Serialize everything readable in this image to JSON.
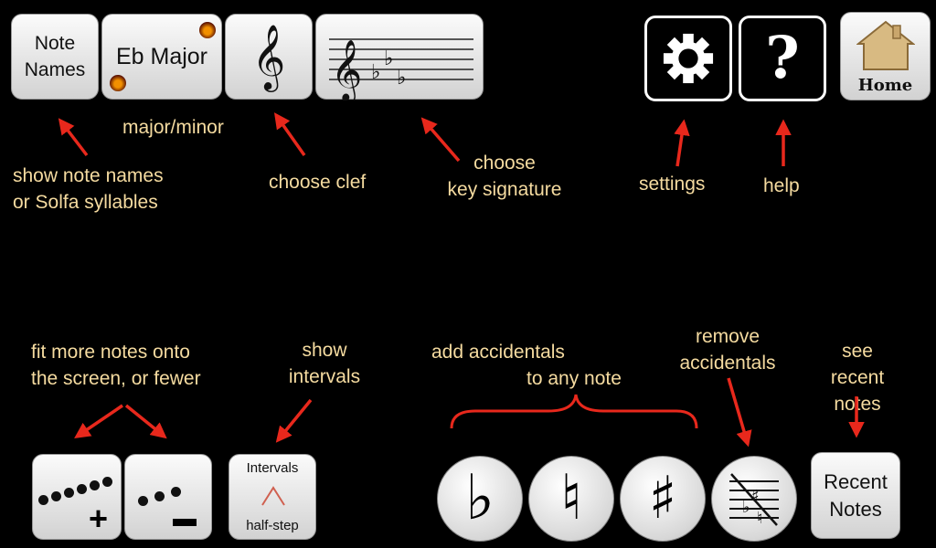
{
  "toolbar": {
    "note_names": "Note\nNames",
    "key": "Eb Major",
    "home": "Home"
  },
  "labels": {
    "major_minor": "major/minor",
    "note_names_hint": "show note names\nor Solfa syllables",
    "clef_hint": "choose clef",
    "key_hint": "choose\nkey signature",
    "settings_hint": "settings",
    "help_hint": "help",
    "zoom_hint": "fit more notes onto\nthe screen, or fewer",
    "intervals_hint": "show\nintervals",
    "accidentals_hint_1": "add accidentals",
    "accidentals_hint_2": "to any note",
    "remove_hint": "remove\naccidentals",
    "recent_hint": "see\nrecent\nnotes"
  },
  "bottom": {
    "intervals_title": "Intervals",
    "intervals_sub": "half-step",
    "recent": "Recent\nNotes"
  },
  "icons": {
    "settings": "gear-icon",
    "help": "question-icon",
    "home": "house-icon",
    "flat": "flat-icon",
    "natural": "natural-icon",
    "sharp": "sharp-icon"
  },
  "colors": {
    "arrow": "#e8281c",
    "label": "#f5dba0"
  }
}
